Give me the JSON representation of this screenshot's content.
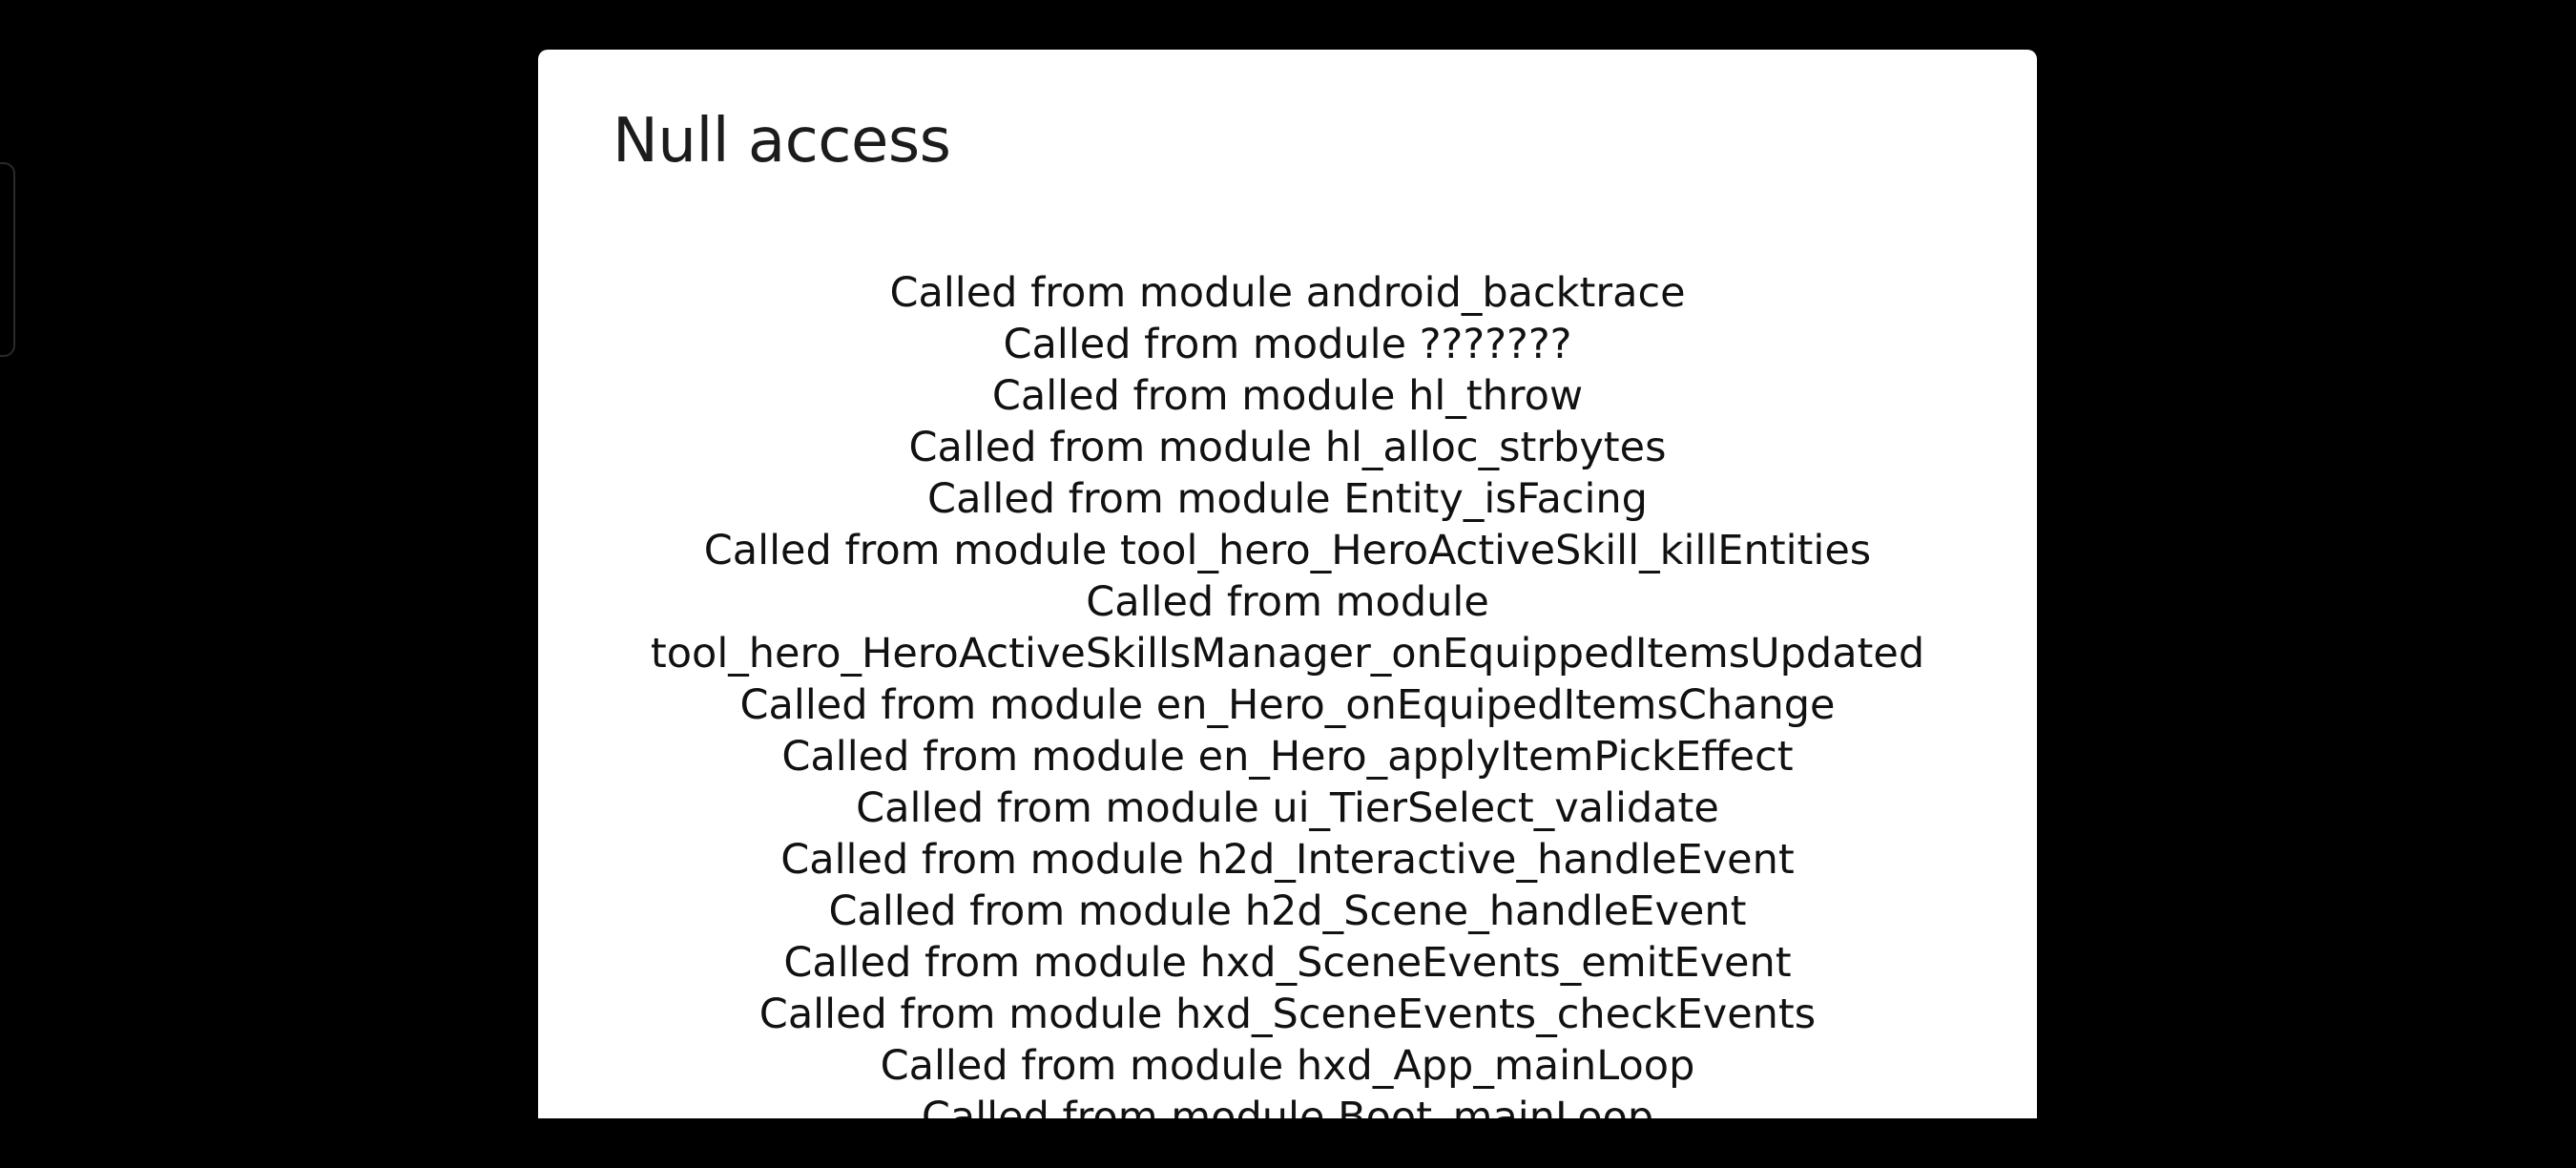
{
  "dialog": {
    "title": "Null access",
    "trace_lines": [
      "Called from module android_backtrace",
      "Called from module ???????",
      "Called from module hl_throw",
      "Called from module hl_alloc_strbytes",
      "Called from module Entity_isFacing",
      "Called from module tool_hero_HeroActiveSkill_killEntities",
      "Called from module",
      "tool_hero_HeroActiveSkillsManager_onEquippedItemsUpdated",
      "Called from module en_Hero_onEquipedItemsChange",
      "Called from module en_Hero_applyItemPickEffect",
      "Called from module ui_TierSelect_validate",
      "Called from module h2d_Interactive_handleEvent",
      "Called from module h2d_Scene_handleEvent",
      "Called from module hxd_SceneEvents_emitEvent",
      "Called from module hxd_SceneEvents_checkEvents",
      "Called from module hxd_App_mainLoop",
      "Called from module Boot_mainLoop"
    ]
  }
}
